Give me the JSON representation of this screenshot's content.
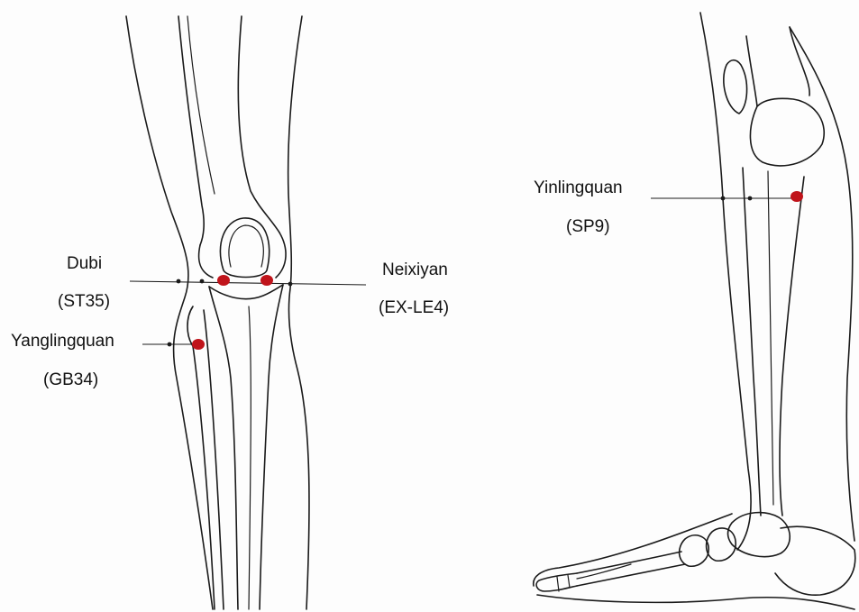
{
  "points": [
    {
      "id": "dubi",
      "name": "Dubi",
      "code": "(ST35)"
    },
    {
      "id": "neixiyan",
      "name": "Neixiyan",
      "code": "(EX-LE4)"
    },
    {
      "id": "yanglingquan",
      "name": "Yanglingquan",
      "code": "(GB34)"
    },
    {
      "id": "yinlingquan",
      "name": "Yinlingquan",
      "code": "(SP9)"
    }
  ],
  "colors": {
    "point_marker": "#c0141b",
    "line": "#1a1a1a",
    "background": "#fdfdfd"
  },
  "figures": [
    "knee-front-view",
    "leg-side-view"
  ]
}
